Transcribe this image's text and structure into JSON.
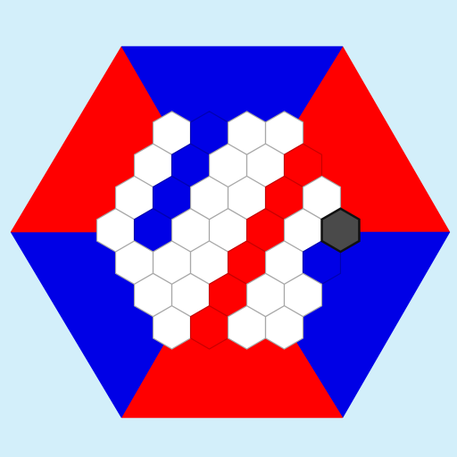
{
  "game": {
    "name": "hex board",
    "background_color": "#d3effa",
    "colors": {
      "red": "#ff0000",
      "blue": "#0000e6",
      "empty": "#ffffff",
      "cursor": "#4a4a4a",
      "empty_stroke": "#a8a8a8",
      "filled_stroke": "#5a5a5a",
      "cursor_stroke": "#111111"
    },
    "rows": [
      [
        "empty",
        "blue",
        "empty",
        "empty"
      ],
      [
        "empty",
        "blue",
        "empty",
        "empty",
        "red"
      ],
      [
        "empty",
        "blue",
        "empty",
        "empty",
        "red",
        "empty"
      ],
      [
        "empty",
        "blue",
        "empty",
        "empty",
        "red",
        "empty",
        "cursor"
      ],
      [
        "empty",
        "empty",
        "empty",
        "red",
        "empty",
        "blue"
      ],
      [
        "empty",
        "empty",
        "red",
        "empty",
        "empty"
      ],
      [
        "empty",
        "red",
        "empty",
        "empty"
      ]
    ]
  }
}
